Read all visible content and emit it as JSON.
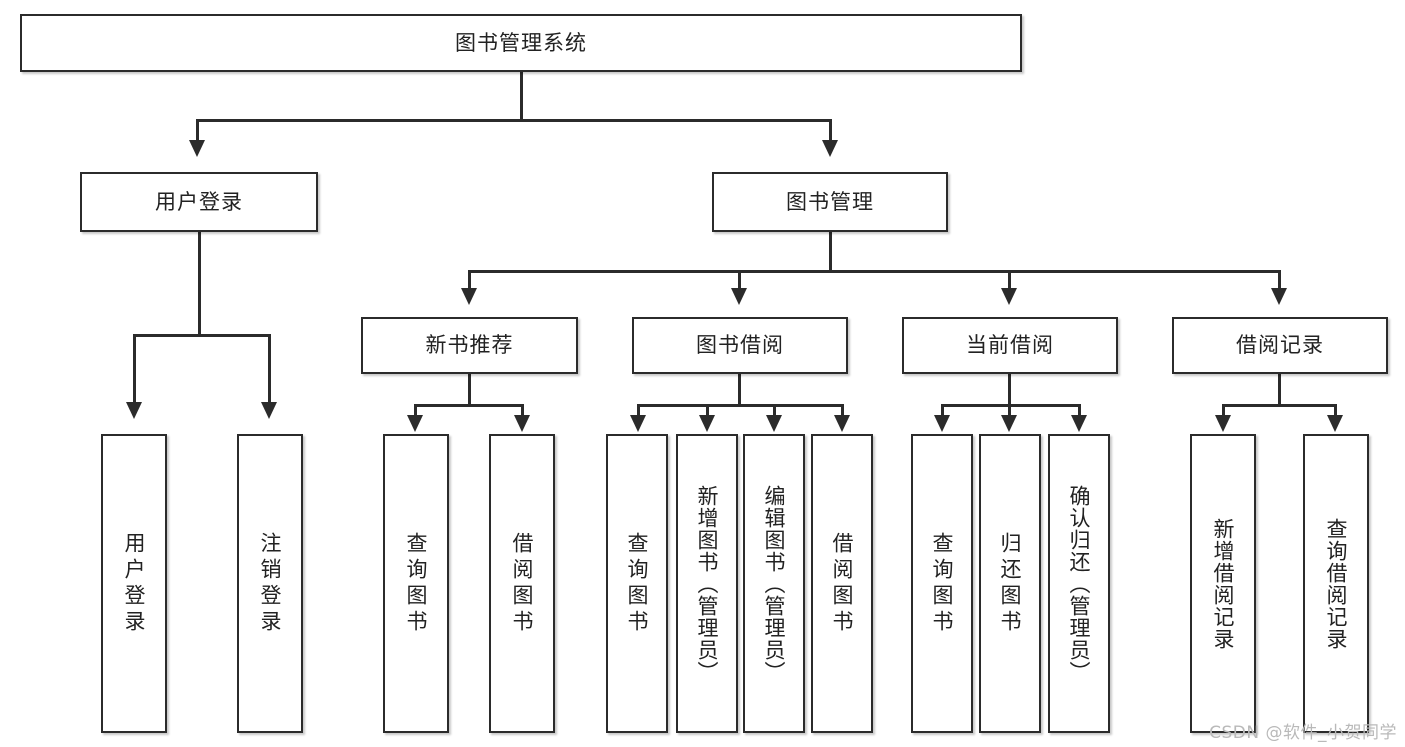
{
  "diagram": {
    "type": "tree",
    "title": "图书管理系统",
    "root": {
      "label": "图书管理系统"
    },
    "level2": [
      {
        "label": "用户登录"
      },
      {
        "label": "图书管理"
      }
    ],
    "level3": [
      {
        "label": "新书推荐"
      },
      {
        "label": "图书借阅"
      },
      {
        "label": "当前借阅"
      },
      {
        "label": "借阅记录"
      }
    ],
    "leaves": {
      "user_login": [
        {
          "label": "用户登录"
        },
        {
          "label": "注销登录"
        }
      ],
      "new_book_recommend": [
        {
          "label": "查询图书"
        },
        {
          "label": "借阅图书"
        }
      ],
      "book_borrow": [
        {
          "label": "查询图书"
        },
        {
          "label": "新增图书（管理员）"
        },
        {
          "label": "编辑图书（管理员）"
        },
        {
          "label": "借阅图书"
        }
      ],
      "current_borrow": [
        {
          "label": "查询图书"
        },
        {
          "label": "归还图书"
        },
        {
          "label": "确认归还（管理员）"
        }
      ],
      "borrow_record": [
        {
          "label": "新增借阅记录"
        },
        {
          "label": "查询借阅记录"
        }
      ]
    }
  },
  "watermark": {
    "text": "CSDN @软件_小贺同学"
  },
  "colors": {
    "stroke": "#2b2b2b",
    "fill": "#ffffff",
    "text": "#222222",
    "watermark": "#b9b9b9"
  }
}
